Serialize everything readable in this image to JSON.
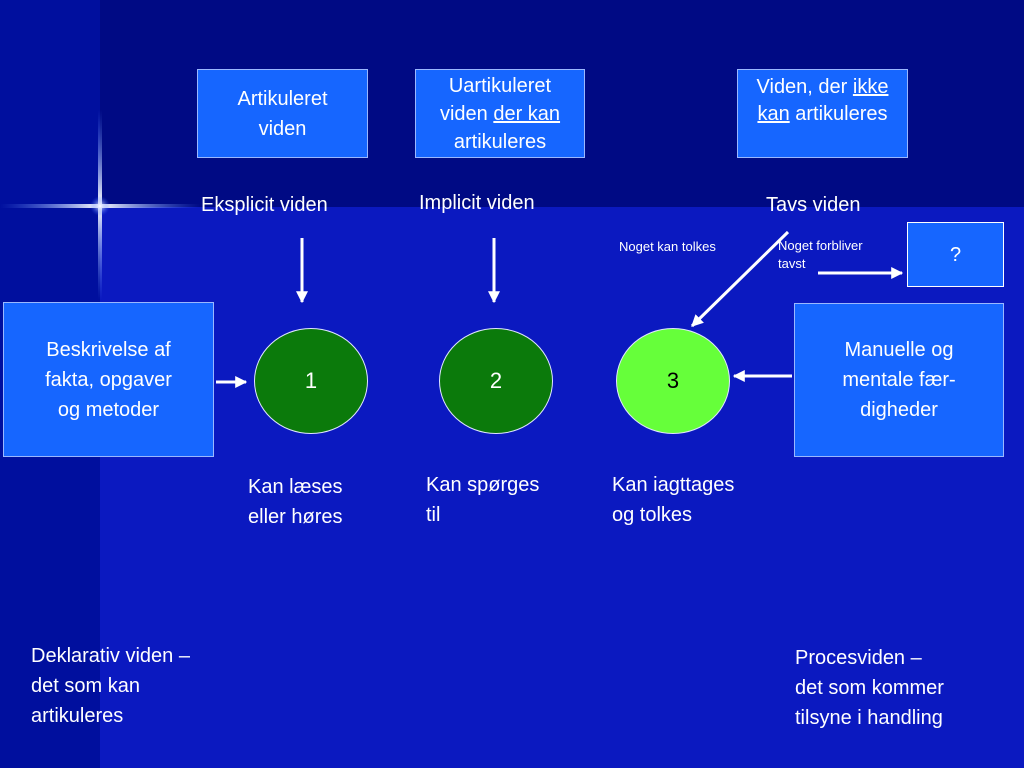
{
  "boxes": {
    "articulated": {
      "line1": "Artikuleret",
      "line2": "viden"
    },
    "unarticulated": {
      "line1": "Uartikuleret",
      "line2_pre": "viden ",
      "line2_u": "der kan",
      "line3": "artikuleres"
    },
    "tacit_box": {
      "line1_pre": "Viden, der ",
      "line1_u": "ikke",
      "line2_u": "kan",
      "line2_post": " artikuleres"
    },
    "question": "?",
    "left": {
      "line1": "Beskrivelse af",
      "line2": "fakta, opgaver",
      "line3": "og metoder"
    },
    "right": {
      "line1": "Manuelle og",
      "line2": "mentale fær-",
      "line3": "digheder"
    }
  },
  "headings": {
    "explicit": "Eksplicit viden",
    "implicit": "Implicit viden",
    "tacit": "Tavs viden"
  },
  "annotations": {
    "can_interpret": "Noget kan tolkes",
    "remains_1": "Noget forbliver",
    "remains_2": "tavst"
  },
  "circles": [
    "1",
    "2",
    "3"
  ],
  "captions": {
    "c1": {
      "line1": "Kan læses",
      "line2": "eller høres"
    },
    "c2": {
      "line1": "Kan spørges",
      "line2": "til"
    },
    "c3": {
      "line1": "Kan iagttages",
      "line2": "og tolkes"
    }
  },
  "bottom_notes": {
    "left": {
      "line1": "Deklarativ viden –",
      "line2": "det som kan",
      "line3": "artikuleres"
    },
    "right": {
      "line1": "Procesviden –",
      "line2": "det som kommer",
      "line3": "tilsyne i handling"
    }
  },
  "colors": {
    "background": "#000a84",
    "box_fill": "#1666ff",
    "circle_dark": "#0b7a0b",
    "circle_light": "#66ff3a"
  }
}
